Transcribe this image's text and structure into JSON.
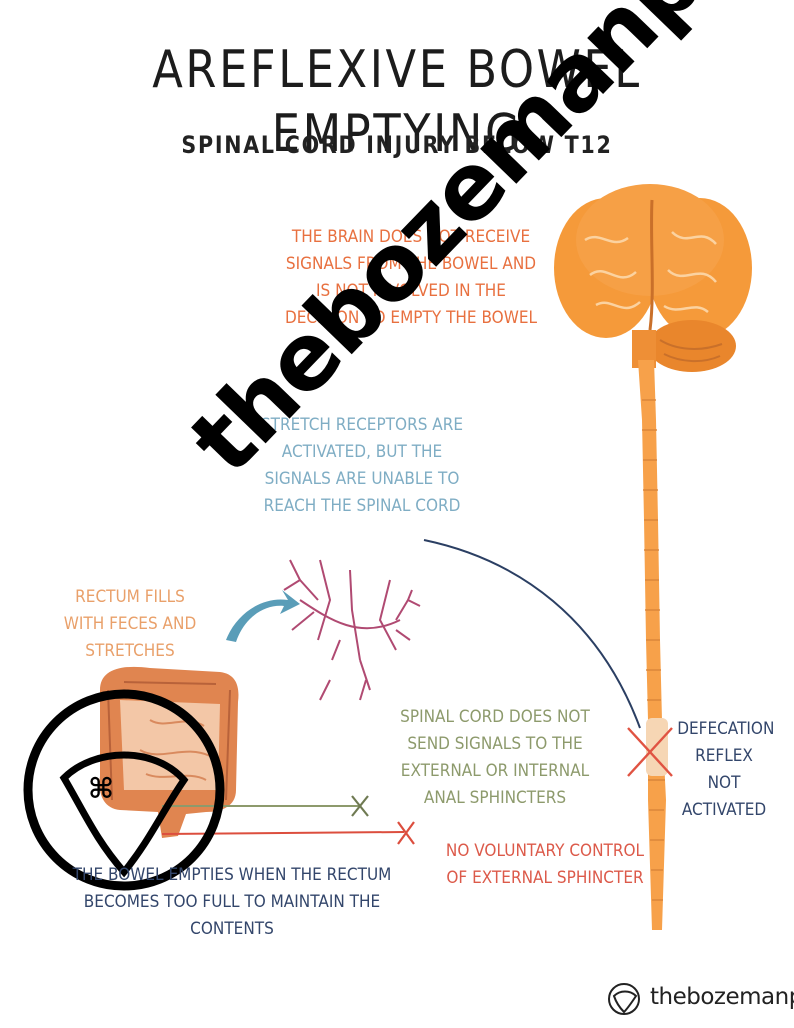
{
  "header": {
    "title": "Areflexive Bowel Emptying",
    "subtitle": "Spinal cord injury below T12"
  },
  "notes": {
    "brain": "The brain does not receive signals from the bowel and is not involved in the decision to empty the bowel",
    "stretch_receptors": "Stretch receptors are activated, but the signals are unable to reach the spinal cord",
    "rectum": "Rectum fills with feces and stretches",
    "spinal_cord": "Spinal cord does not send signals to the external or internal anal sphincters",
    "defecation": "Defecation reflex not activated",
    "voluntary": "No voluntary control of external sphincter",
    "bowel_empties": "The bowel empties when the rectum becomes too full to maintain the contents"
  },
  "watermark": {
    "text": "thebozemanpt"
  },
  "footer": {
    "brand": "thebozemanpt"
  },
  "colors": {
    "brain_orange": "#f59a3a",
    "nerve_navy": "#2b3f63",
    "stretch_blue": "#5a9db8",
    "receptor_magenta": "#b04a72",
    "intestine": "#e08550",
    "green_line": "#8d9a6c",
    "red_line": "#dc4e3e"
  },
  "icons": {
    "blocked_defecation": "cross-icon",
    "blocked_internal_sphincter": "x-mark-icon",
    "blocked_external_sphincter": "x-mark-icon"
  }
}
